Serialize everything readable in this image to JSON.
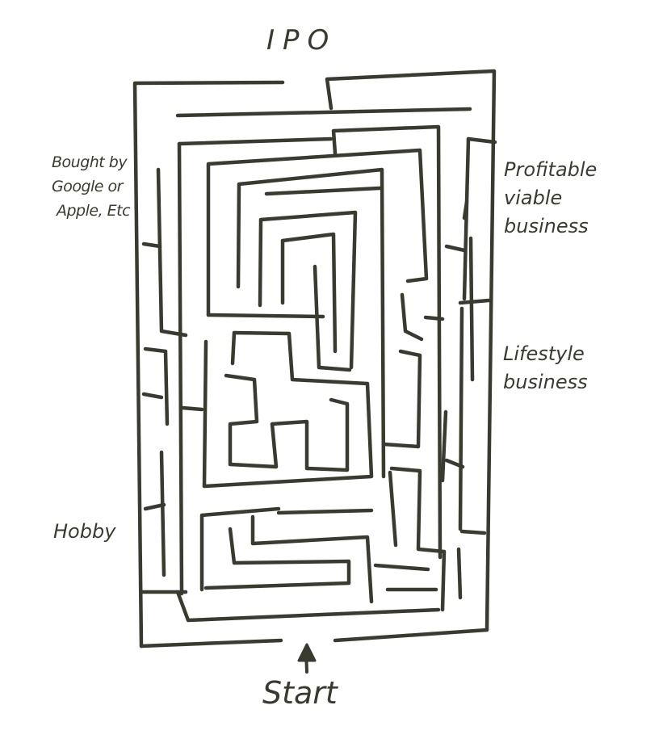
{
  "labels": {
    "ipo": "IPO",
    "bought": [
      "Bought by",
      "Google or",
      "Apple, Etc"
    ],
    "profitable": [
      "Profitable",
      "viable",
      "business"
    ],
    "lifestyle": [
      "Lifestyle",
      "business"
    ],
    "hobby": "Hobby",
    "start": "Start"
  },
  "colors": {
    "ink": "#3a3b30",
    "background": "#ffffff"
  }
}
